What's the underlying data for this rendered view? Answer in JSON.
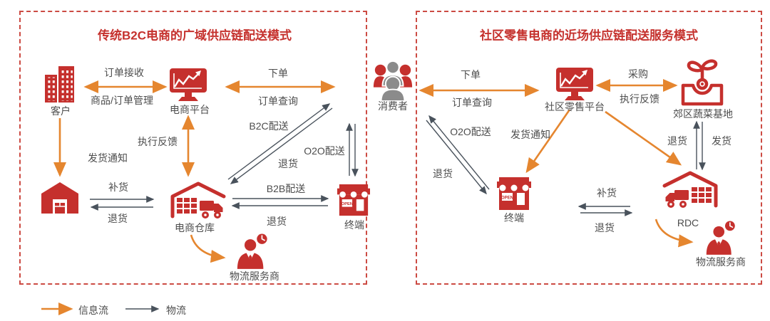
{
  "colors": {
    "red": "#c5302d",
    "orange_info_flow": "#e5862f",
    "gray_logistics_flow": "#49525c",
    "label_text": "#4d4d4d",
    "panel_border": "#cc4b43"
  },
  "center": {
    "consumer": "消费者"
  },
  "left": {
    "title": "传统B2C电商的广域供应链配送模式",
    "nodes": {
      "customer": "客户",
      "platform": "电商平台",
      "ecom_warehouse": "电商仓库",
      "terminal": "终端",
      "logistics_provider": "物流服务商"
    },
    "edges": {
      "order_receive": "订单接收",
      "goods_order_mgmt": "商品/订单管理",
      "place_order": "下单",
      "order_query": "订单查询",
      "exec_feedback": "执行反馈",
      "ship_notice": "发货通知",
      "replenish": "补货",
      "return_warehouse": "退货",
      "b2c_delivery": "B2C配送",
      "return_b2c": "退货",
      "o2o_delivery": "O2O配送",
      "b2b_delivery": "B2B配送",
      "return_b2b": "退货"
    }
  },
  "right": {
    "title": "社区零售电商的近场供应链配送服务模式",
    "nodes": {
      "platform": "社区零售平台",
      "veg_base": "郊区蔬菜基地",
      "terminal": "终端",
      "rdc": "RDC",
      "logistics_provider": "物流服务商"
    },
    "edges": {
      "place_order": "下单",
      "order_query": "订单查询",
      "purchase": "采购",
      "exec_feedback": "执行反馈",
      "o2o_delivery": "O2O配送",
      "return_consumer": "退货",
      "ship_notice": "发货通知",
      "return_base": "退货",
      "ship": "发货",
      "replenish": "补货",
      "return_rdc": "退货"
    }
  },
  "legend": {
    "info_flow": "信息流",
    "logistics": "物流"
  },
  "icons": {
    "store_open": "OPEN"
  }
}
